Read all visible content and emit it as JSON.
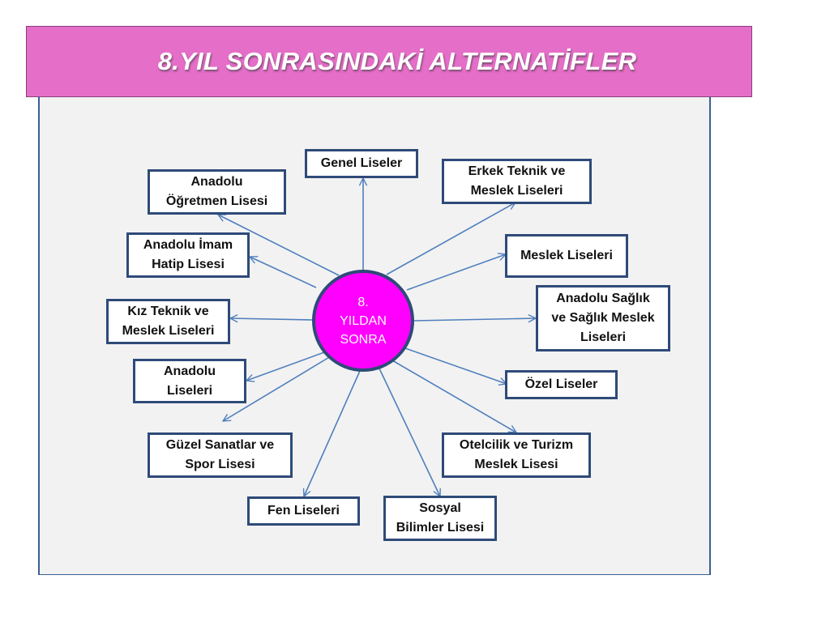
{
  "title": "8.YIL SONRASINDAKİ ALTERNATİFLER",
  "center_label": "8.\nYILDAN\nSONRA",
  "colors": {
    "title_bar": "#e56ec8",
    "center_fill": "#ff00ff",
    "box_border": "#2e4a78",
    "arrow": "#4f7fbd",
    "panel": "#f2f2f2"
  },
  "nodes": [
    {
      "id": "genel",
      "label": "Genel  Liseler"
    },
    {
      "id": "erkek-teknik",
      "label": "Erkek Teknik ve\nMeslek Liseleri"
    },
    {
      "id": "meslek",
      "label": "Meslek Liseleri"
    },
    {
      "id": "anadolu-saglik",
      "label": "Anadolu  Sağlık\nve Sağlık Meslek\nLiseleri"
    },
    {
      "id": "ozel",
      "label": "Özel  Liseler"
    },
    {
      "id": "otelcilik",
      "label": "Otelcilik  ve Turizm\nMeslek  Lisesi"
    },
    {
      "id": "sosyal",
      "label": "Sosyal\nBilimler  Lisesi"
    },
    {
      "id": "fen",
      "label": "Fen Liseleri"
    },
    {
      "id": "guzel-sanatlar",
      "label": "Güzel Sanatlar ve\nSpor Lisesi"
    },
    {
      "id": "anadolu",
      "label": "Anadolu\nLiseleri"
    },
    {
      "id": "kiz-teknik",
      "label": "Kız Teknik  ve\nMeslek Liseleri"
    },
    {
      "id": "imam-hatip",
      "label": "Anadolu  İmam\nHatip Lisesi"
    },
    {
      "id": "ogretmen",
      "label": "Anadolu\nÖğretmen  Lisesi"
    }
  ]
}
